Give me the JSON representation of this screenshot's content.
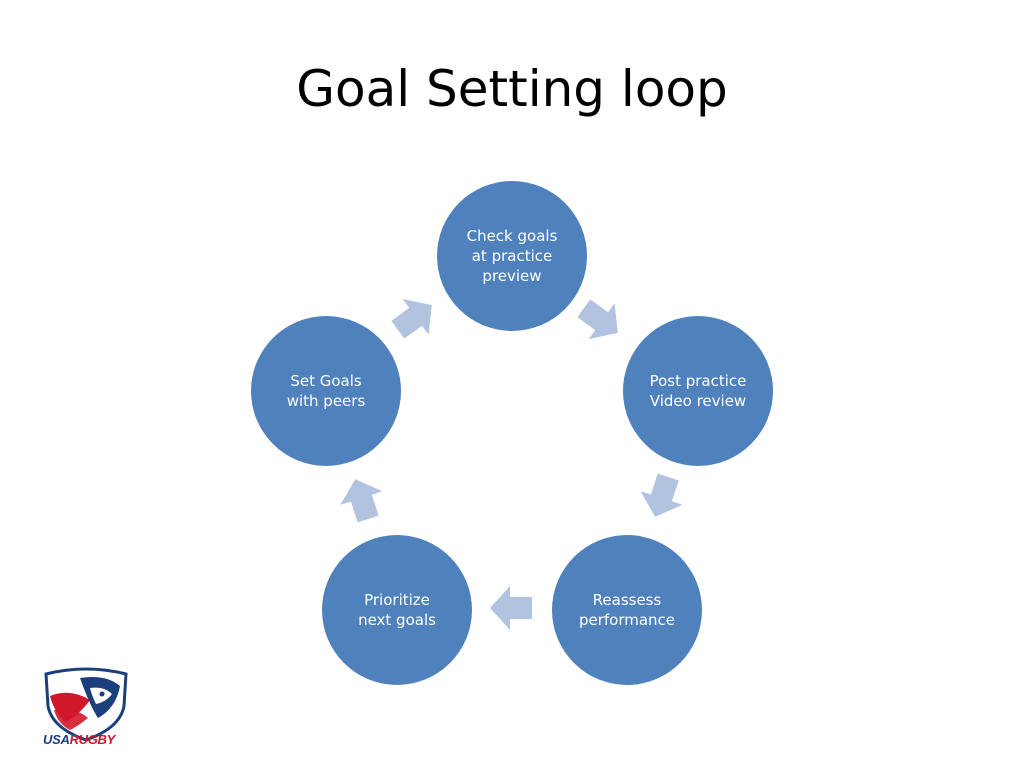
{
  "slide": {
    "title": "Goal Setting loop"
  },
  "cycle": {
    "nodes": [
      {
        "label": "Check goals\nat practice\npreview"
      },
      {
        "label": "Post practice\nVideo review"
      },
      {
        "label": "Reassess\nperformance"
      },
      {
        "label": "Prioritize\nnext goals"
      },
      {
        "label": "Set Goals\nwith peers"
      }
    ],
    "direction": "clockwise"
  },
  "colors": {
    "node_fill": "#4f81bd",
    "arrow_fill": "#b2c3e0",
    "node_text": "#ffffff",
    "logo_blue": "#1b3f7a",
    "logo_red": "#d0182b"
  },
  "logo": {
    "name": "usa-rugby-logo",
    "text_part1": "USA",
    "text_part2": "RUGBY"
  }
}
